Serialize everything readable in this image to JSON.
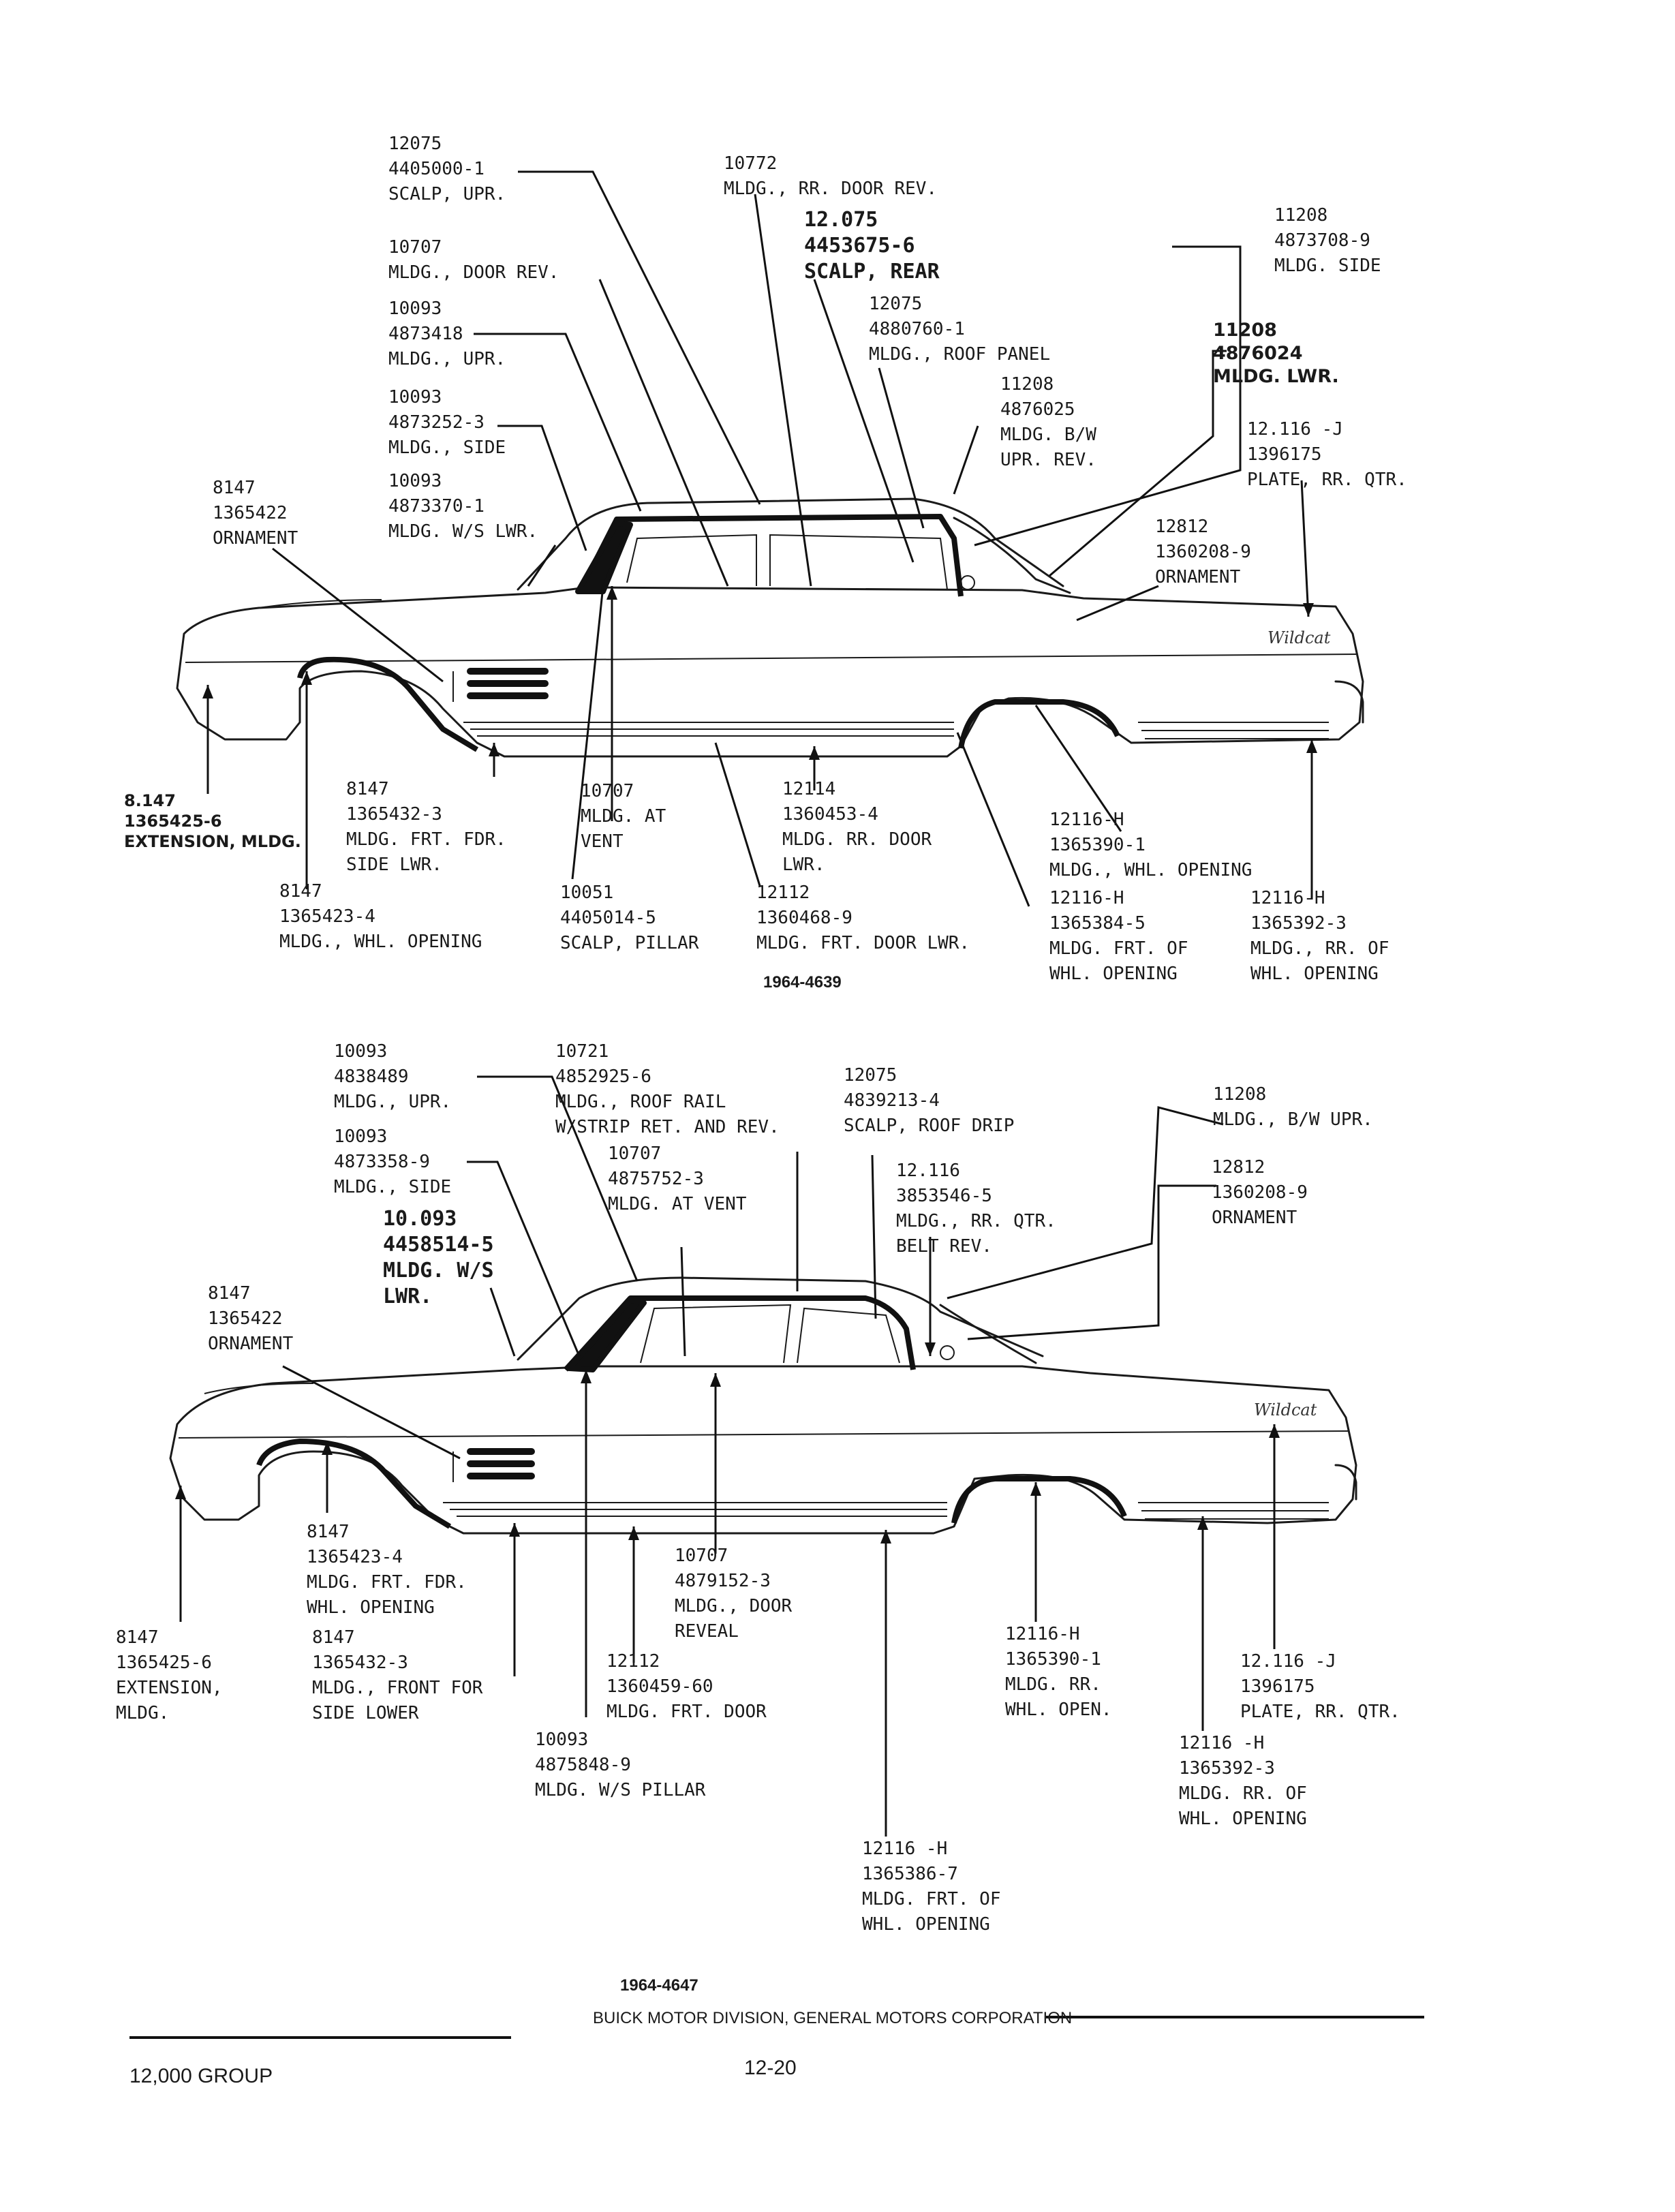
{
  "diagram_top": {
    "figure_number": "1964-4639",
    "script_badge": "Wildcat",
    "callouts": [
      {
        "id": "t1",
        "lines": [
          "12075",
          "4405000-1",
          "SCALP, UPR."
        ]
      },
      {
        "id": "t2",
        "lines": [
          "10772",
          "MLDG., RR. DOOR REV."
        ]
      },
      {
        "id": "t3",
        "lines": [
          "12.075",
          "4453675-6",
          "SCALP, REAR"
        ]
      },
      {
        "id": "t4",
        "lines": [
          "11208",
          "4873708-9",
          "MLDG. SIDE"
        ]
      },
      {
        "id": "t5",
        "lines": [
          "10707",
          "MLDG., DOOR REV."
        ]
      },
      {
        "id": "t6",
        "lines": [
          "12075",
          "4880760-1",
          "MLDG., ROOF PANEL"
        ]
      },
      {
        "id": "t7",
        "lines": [
          "10093",
          "4873418",
          "MLDG., UPR."
        ]
      },
      {
        "id": "t8",
        "lines": [
          "11208",
          "4876024",
          "MLDG. LWR."
        ]
      },
      {
        "id": "t9",
        "lines": [
          "11208",
          "4876025",
          "MLDG. B/W",
          "UPR. REV."
        ]
      },
      {
        "id": "t10",
        "lines": [
          "10093",
          "4873252-3",
          "MLDG., SIDE"
        ]
      },
      {
        "id": "t11",
        "lines": [
          "12.116 -J",
          "1396175",
          "PLATE, RR. QTR."
        ]
      },
      {
        "id": "t12",
        "lines": [
          "8147",
          "1365422",
          "ORNAMENT"
        ]
      },
      {
        "id": "t13",
        "lines": [
          "10093",
          "4873370-1",
          "MLDG. W/S LWR."
        ]
      },
      {
        "id": "t14",
        "lines": [
          "12812",
          "1360208-9",
          "ORNAMENT"
        ]
      },
      {
        "id": "t15",
        "lines": [
          "8.147",
          "1365425-6",
          "EXTENSION, MLDG."
        ]
      },
      {
        "id": "t16",
        "lines": [
          "8147",
          "1365432-3",
          "MLDG. FRT. FDR.",
          "SIDE LWR."
        ]
      },
      {
        "id": "t17",
        "lines": [
          "10707",
          "MLDG. AT",
          "VENT"
        ]
      },
      {
        "id": "t18",
        "lines": [
          "12114",
          "1360453-4",
          "MLDG. RR. DOOR",
          "LWR."
        ]
      },
      {
        "id": "t19",
        "lines": [
          "12116-H",
          "1365390-1",
          "MLDG., WHL. OPENING"
        ]
      },
      {
        "id": "t20",
        "lines": [
          "8147",
          "1365423-4",
          "MLDG., WHL. OPENING"
        ]
      },
      {
        "id": "t21",
        "lines": [
          "10051",
          "4405014-5",
          "SCALP, PILLAR"
        ]
      },
      {
        "id": "t22",
        "lines": [
          "12112",
          "1360468-9",
          "MLDG. FRT. DOOR LWR."
        ]
      },
      {
        "id": "t23",
        "lines": [
          "12116-H",
          "1365384-5",
          "MLDG. FRT. OF",
          "WHL. OPENING"
        ]
      },
      {
        "id": "t24",
        "lines": [
          "12116-H",
          "1365392-3",
          "MLDG., RR. OF",
          "WHL. OPENING"
        ]
      }
    ]
  },
  "diagram_bottom": {
    "figure_number": "1964-4647",
    "script_badge": "Wildcat",
    "callouts": [
      {
        "id": "b1",
        "lines": [
          "10093",
          "4838489",
          "MLDG., UPR."
        ]
      },
      {
        "id": "b2",
        "lines": [
          "10721",
          "4852925-6",
          "MLDG., ROOF RAIL",
          "W/STRIP RET. AND REV."
        ]
      },
      {
        "id": "b3",
        "lines": [
          "12075",
          "4839213-4",
          "SCALP, ROOF DRIP"
        ]
      },
      {
        "id": "b4",
        "lines": [
          "11208",
          "MLDG., B/W UPR."
        ]
      },
      {
        "id": "b5",
        "lines": [
          "10093",
          "4873358-9",
          "MLDG., SIDE"
        ]
      },
      {
        "id": "b6",
        "lines": [
          "10707",
          "4875752-3",
          "MLDG. AT VENT"
        ]
      },
      {
        "id": "b7",
        "lines": [
          "12.116",
          "3853546-5",
          "MLDG., RR. QTR.",
          "BELT REV."
        ]
      },
      {
        "id": "b8",
        "lines": [
          "12812",
          "1360208-9",
          "ORNAMENT"
        ]
      },
      {
        "id": "b9",
        "lines": [
          "10.093",
          "4458514-5",
          "MLDG. W/S",
          "LWR."
        ]
      },
      {
        "id": "b10",
        "lines": [
          "8147",
          "1365422",
          "ORNAMENT"
        ]
      },
      {
        "id": "b11",
        "lines": [
          "8147",
          "1365423-4",
          "MLDG. FRT. FDR.",
          "WHL. OPENING"
        ]
      },
      {
        "id": "b12",
        "lines": [
          "10707",
          "4879152-3",
          "MLDG., DOOR",
          "REVEAL"
        ]
      },
      {
        "id": "b13",
        "lines": [
          "8147",
          "1365425-6",
          "EXTENSION,",
          "MLDG."
        ]
      },
      {
        "id": "b14",
        "lines": [
          "8147",
          "1365432-3",
          "MLDG., FRONT FOR",
          "SIDE LOWER"
        ]
      },
      {
        "id": "b15",
        "lines": [
          "12112",
          "1360459-60",
          "MLDG. FRT. DOOR"
        ]
      },
      {
        "id": "b16",
        "lines": [
          "12116-H",
          "1365390-1",
          "MLDG. RR.",
          "WHL. OPEN."
        ]
      },
      {
        "id": "b17",
        "lines": [
          "12.116 -J",
          "1396175",
          "PLATE, RR. QTR."
        ]
      },
      {
        "id": "b18",
        "lines": [
          "10093",
          "4875848-9",
          "MLDG. W/S PILLAR"
        ]
      },
      {
        "id": "b19",
        "lines": [
          "12116 -H",
          "1365392-3",
          "MLDG. RR. OF",
          "WHL. OPENING"
        ]
      },
      {
        "id": "b20",
        "lines": [
          "12116 -H",
          "1365386-7",
          "MLDG. FRT. OF",
          "WHL. OPENING"
        ]
      }
    ]
  },
  "footer": {
    "publisher": "BUICK MOTOR DIVISION, GENERAL MOTORS CORPORATION",
    "group": "12,000 GROUP",
    "page_number": "12-20"
  }
}
